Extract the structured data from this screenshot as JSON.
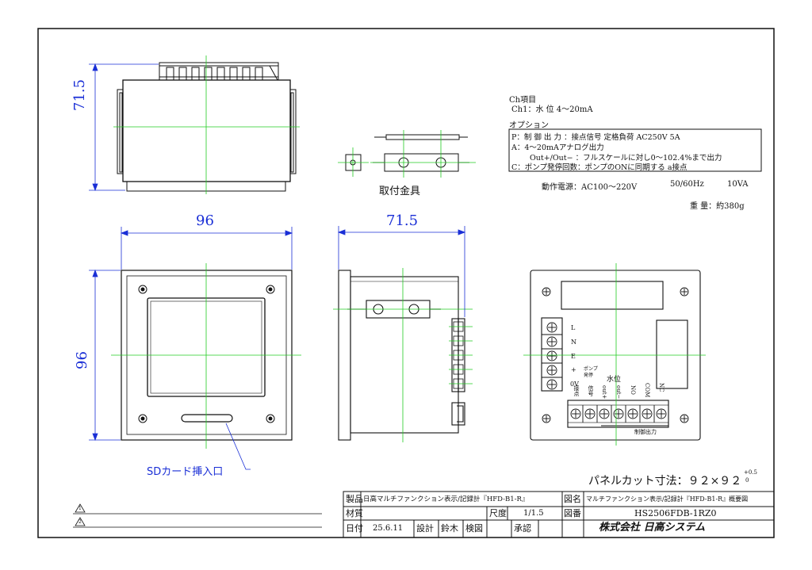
{
  "dimensions": {
    "top_height": "71.5",
    "front_width": "96",
    "front_height": "96",
    "side_depth": "71.5"
  },
  "labels": {
    "bracket": "取付金具",
    "sd_slot": "SDカード挿入口",
    "panel_cut_label": "パネルカット寸法：９２×９２",
    "panel_cut_tol_plus": "+0.5",
    "panel_cut_tol_minus": "0"
  },
  "spec": {
    "ch_heading": "Ch項目",
    "ch1": "Ch1：水 位 4〜20mA",
    "option_heading": "オプション",
    "options": [
      "P：制 御 出 力 ：接点信号 定格負荷 AC250V 5A",
      "A：4〜20mAアナログ出力",
      "Out+/Out−   ：フルスケールに対し0〜102.4%まで出力",
      "C：ポンプ発停回数：ポンプのONに同期する a接点"
    ],
    "power": "動作電源：AC100〜220V",
    "freq": "50/60Hz",
    "va": "10VA",
    "weight": "重 量：約380g"
  },
  "rear": {
    "terminal_left_labels": [
      "L",
      "N",
      "E",
      "+",
      "0V"
    ],
    "pump_label": "ポンプ\n発停",
    "water_label": "水位",
    "bottom_labels": [
      "接点",
      "信号",
      "out+",
      "out−",
      "NO",
      "COM",
      "NC"
    ],
    "control_output": "制御出力"
  },
  "title_block": {
    "product_label": "製品",
    "product": "日高マルチファンクション表示/記録計『HFD-B1-R』",
    "drawing_name_label": "図名",
    "drawing_name": "マルチファンクション表示/記録計『HFD-B1-R』概要図",
    "material_label": "材質",
    "material": "",
    "scale_label": "尺度",
    "scale": "1/1.5",
    "drawing_no_label": "図番",
    "drawing_no": "HS2506FDB-1RZ0",
    "date_label": "日付",
    "date": "25.6.11",
    "design_label": "設計",
    "designer": "鈴木",
    "check_label": "検図",
    "approve_label": "承認",
    "company": "株式会社 日高システム"
  },
  "revisions": [
    "1",
    "2"
  ]
}
